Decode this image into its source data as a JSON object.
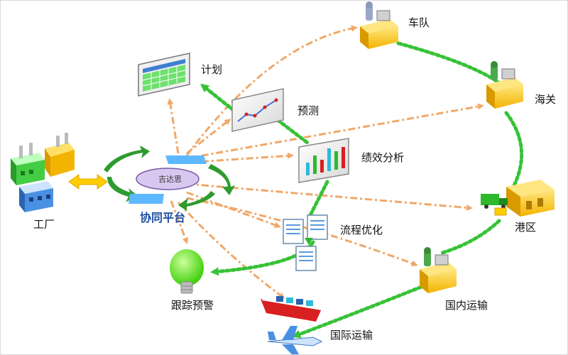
{
  "nodes": {
    "factory": "工厂",
    "platform": "协同平台",
    "platform_center": "吉达思",
    "plan": "计划",
    "forecast": "预测",
    "performance": "绩效分析",
    "process": "流程优化",
    "alert": "跟踪预警",
    "fleet": "车队",
    "customs": "海关",
    "port": "港区",
    "domestic": "国内运输",
    "international": "国际运输"
  },
  "colors": {
    "orange_link": "#f0a868",
    "green_link": "#36c236",
    "accent_blue": "#1f4fa0"
  }
}
